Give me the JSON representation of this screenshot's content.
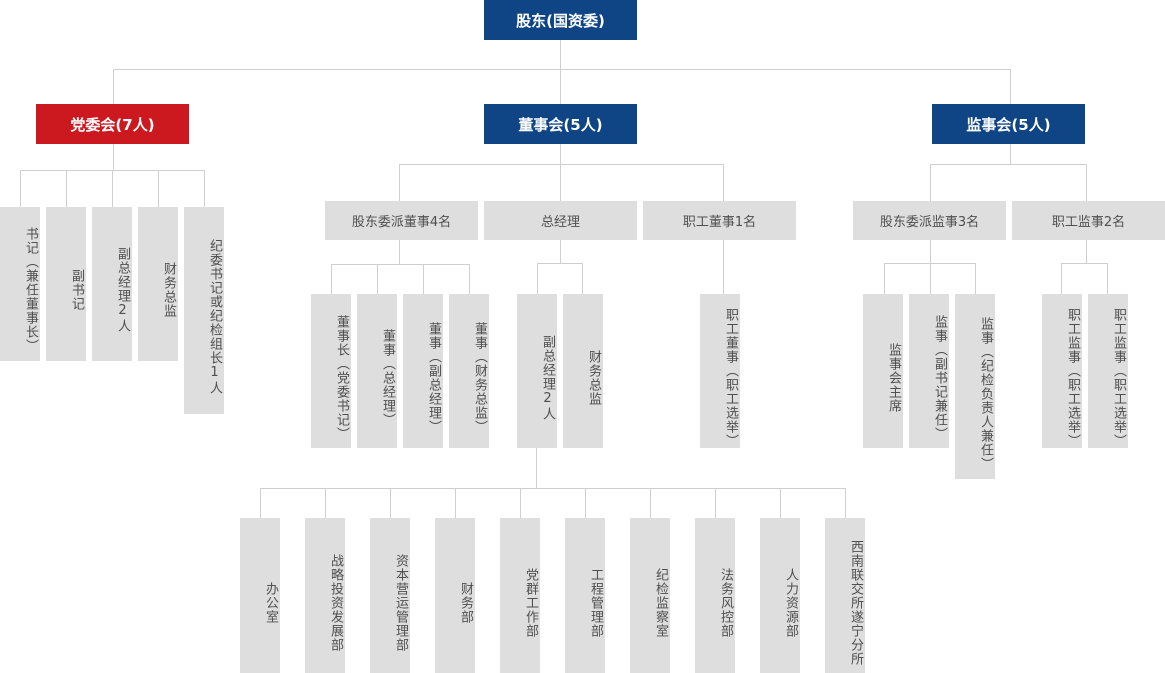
{
  "top": "股东(国资委)",
  "party": {
    "title": "党委会(7人)",
    "members": [
      "书记（兼任董事长）",
      "副书记",
      "副总经理2人",
      "财务总监",
      "纪委书记或纪检组长1人"
    ]
  },
  "board": {
    "title": "董事会(5人)",
    "groups": {
      "shareholder_directors": {
        "label": "股东委派董事4名",
        "members": [
          "董事长（党委书记）",
          "董事（总经理）",
          "董事（副总经理）",
          "董事（财务总监）"
        ]
      },
      "gm": {
        "label": "总经理",
        "members": [
          "副总经理2人",
          "财务总监"
        ]
      },
      "staff_director": {
        "label": "职工董事1名",
        "members": [
          "职工董事（职工选举）"
        ]
      }
    }
  },
  "supervisors": {
    "title": "监事会(5人)",
    "groups": {
      "shareholder_supervisors": {
        "label": "股东委派监事3名",
        "members": [
          "监事会主席",
          "监事（副书记兼任）",
          "监事（纪检负责人兼任）"
        ]
      },
      "staff_supervisors": {
        "label": "职工监事2名",
        "members": [
          "职工监事（职工选举）",
          "职工监事（职工选举）"
        ]
      }
    }
  },
  "departments": [
    "办公室",
    "战略投资发展部",
    "资本营运管理部",
    "财务部",
    "党群工作部",
    "工程管理部",
    "纪检监察室",
    "法务风控部",
    "人力资源部",
    "西南联交所遂宁分所"
  ],
  "colors": {
    "blue": "#0f4585",
    "red": "#cc1920",
    "gray_box": "#dedede",
    "line": "#cfcfcf"
  }
}
